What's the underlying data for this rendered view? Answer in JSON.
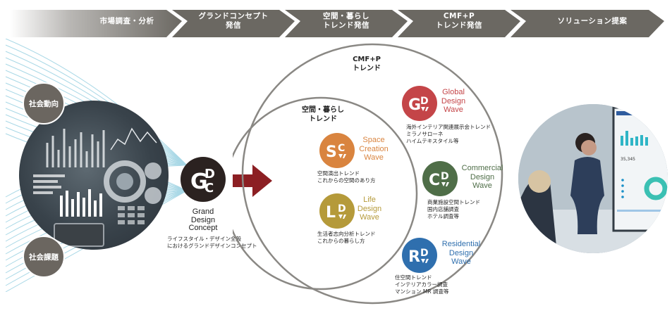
{
  "process": {
    "steps": [
      {
        "label": "市場調査・分析"
      },
      {
        "label": "グランドコンセプト\n発信"
      },
      {
        "label": "空間・暮らし\nトレンド発信"
      },
      {
        "label": "CMF+P\nトレンド発信"
      },
      {
        "label": "ソリューション提案"
      }
    ]
  },
  "inputs": {
    "top": "社会動向",
    "bottom": "社会課題"
  },
  "concept": {
    "logo": "GDC",
    "logo_letters": {
      "a": "G",
      "b": "D",
      "c": "C"
    },
    "name_lines": [
      "Grand",
      "Design",
      "Concept"
    ],
    "desc_lines": [
      "ライフスタイル・デザイン全般",
      "におけるグランドデザインコンセプト"
    ]
  },
  "rings": {
    "outer_label": [
      "CMF+P",
      "トレンド"
    ],
    "inner_label": [
      "空間・暮らし",
      "トレンド"
    ]
  },
  "waves": [
    {
      "id": "sc",
      "mono": [
        "S",
        "C"
      ],
      "title": [
        "Space",
        "Creation",
        "Wave"
      ],
      "color": "#d9843f",
      "desc": [
        "空間演出トレンド",
        "これからの空間のあり方"
      ]
    },
    {
      "id": "ld",
      "mono": [
        "L",
        "D"
      ],
      "title": [
        "Life",
        "Design",
        "Wave"
      ],
      "color": "#b59a3a",
      "desc": [
        "生活者志向分析トレンド",
        "これからの暮らし方"
      ]
    },
    {
      "id": "gd",
      "mono": [
        "G",
        "D"
      ],
      "title": [
        "Global",
        "Design",
        "Wave"
      ],
      "color": "#c44548",
      "desc": [
        "海外インテリア関連展示会トレンド",
        "ミラノサローネ",
        "ハイムテキスタイル等"
      ]
    },
    {
      "id": "cd",
      "mono": [
        "C",
        "D"
      ],
      "title": [
        "Commercial",
        "Design",
        "Wave"
      ],
      "color": "#4f6e48",
      "desc": [
        "商業施設空間トレンド",
        "国内店舗調査",
        "ホテル調査等"
      ]
    },
    {
      "id": "rd",
      "mono": [
        "R",
        "D"
      ],
      "title": [
        "Residential",
        "Design",
        "Wave"
      ],
      "color": "#2f6fae",
      "desc": [
        "住空間トレンド",
        "インテリアカラー調査",
        "マンション MR 調査等"
      ]
    }
  ],
  "colors": {
    "banner": "#6b6862",
    "node": "#6b6660",
    "arrow": "#8c1f23",
    "ring": "#8a8884",
    "lines": "#a9d8e6"
  }
}
